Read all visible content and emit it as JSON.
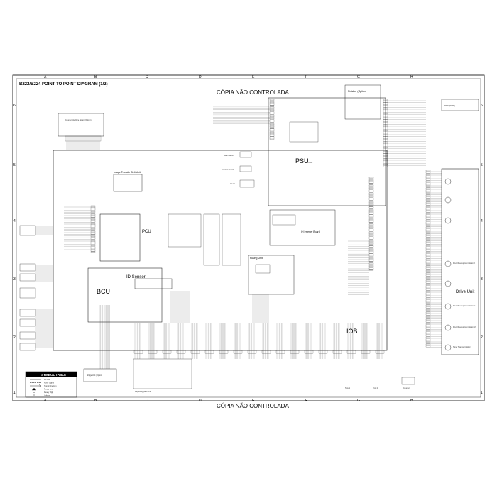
{
  "title": "B222/B224 POINT TO POINT DIAGRAM (1/2)",
  "watermark": "CÓPIA NÃO CONTROLADA",
  "column_letters": [
    "A",
    "B",
    "C",
    "D",
    "E",
    "F",
    "G",
    "H",
    "I"
  ],
  "row_numbers": [
    "6",
    "5",
    "4",
    "3",
    "2",
    "1"
  ],
  "units": {
    "psu": "PSU",
    "pcu": "PCU",
    "bcu": "BCU",
    "iob": "IOB",
    "drive_unit": "Drive Unit",
    "fusing_unit": "Fusing Unit",
    "id_sensor": "ID Sensor",
    "finisher": "Finisher (Option)",
    "image_transfer_belt": "Image Transfer Belt Unit",
    "ih_inverter": "IH Inverter Board",
    "main_switch": "Main Switch",
    "interlock_switch": "Interlock Switch",
    "counter_board": "Counter Interface Board (Option)",
    "bridge_unit": "Bridge Unit (Option)",
    "duplex_unit": "Duplex/By-pass Unit",
    "ac_in": "AC IN",
    "rfid": "RFID (PCDB)",
    "toner_transport_motor": "Toner Transport Motor",
    "drum_dev_motor_k": "Drum/Development Motor-K",
    "drum_dev_motor_c": "Drum/Development Motor-C",
    "drum_dev_motor_m": "Drum/Development Motor-M",
    "tray1": "Tray 1",
    "tray2": "Tray 2",
    "counter": "Counter"
  },
  "symbol_table": {
    "heading": "SYMBOL TABLE",
    "rows": [
      "DC Line",
      "Pulse Signal",
      "Signal Direction",
      "Ready Low",
      "Ready High",
      "Voltage"
    ]
  }
}
